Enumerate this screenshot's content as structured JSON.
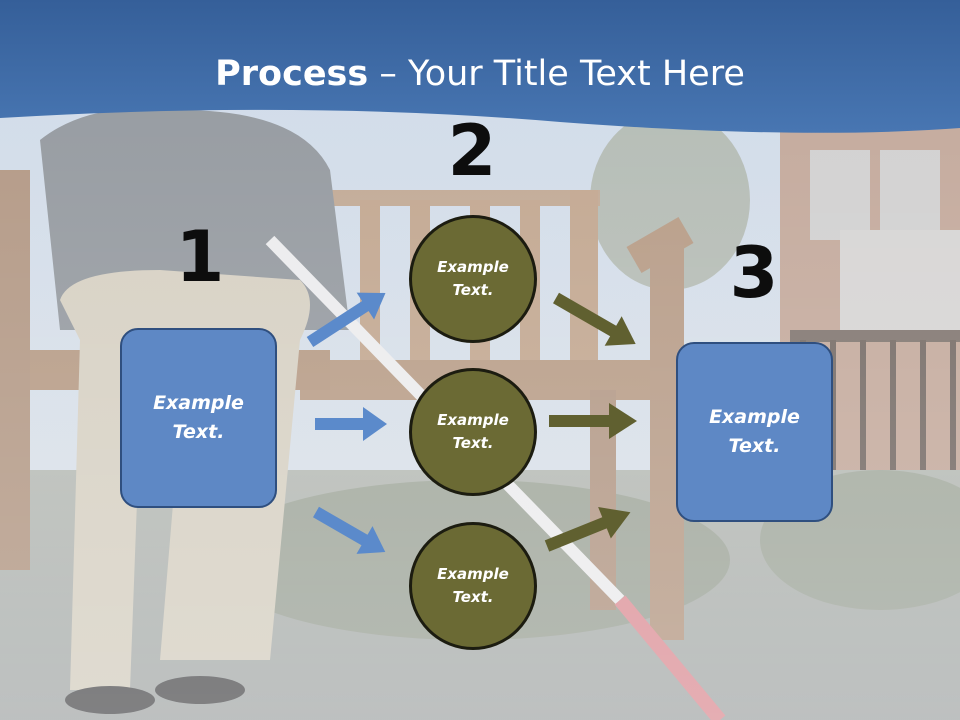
{
  "slide": {
    "title_bold": "Process",
    "title_rest": " – Your Title Text Here",
    "header_color": "#3f6fa9",
    "box_color": "#5e88c5",
    "circle_color": "#6b6a34",
    "blue_arrow_color": "#5b8acb",
    "olive_arrow_color": "#606030"
  },
  "steps": {
    "step1_number": "1",
    "step2_number": "2",
    "step3_number": "3"
  },
  "left_box": {
    "text": "Example Text."
  },
  "circles": [
    {
      "text": "Example Text."
    },
    {
      "text": "Example Text."
    },
    {
      "text": "Example Text."
    }
  ],
  "right_box": {
    "text": "Example Text."
  }
}
